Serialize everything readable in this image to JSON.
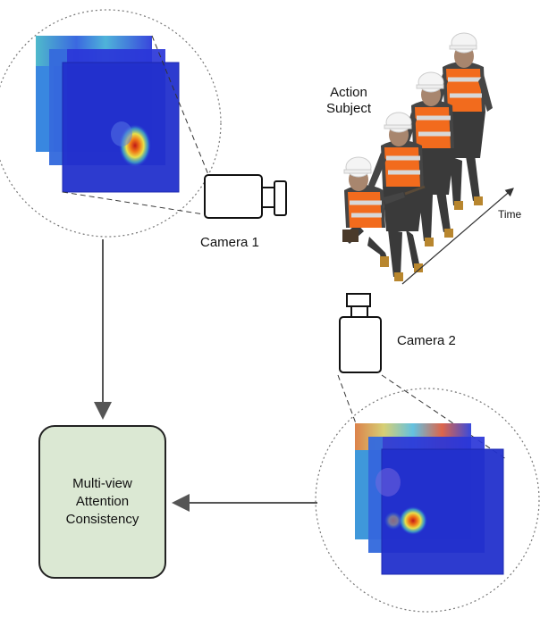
{
  "labels": {
    "action_subject": "Action\nSubject",
    "time": "Time",
    "camera1": "Camera 1",
    "camera2": "Camera 2",
    "consistency_box": "Multi-view\nAttention\nConsistency"
  },
  "colors": {
    "box_fill": "#dbe8d3",
    "arrow": "#555555",
    "heatmap_low": "#1f2fd6",
    "heatmap_high": "#e03020",
    "vest": "#f26b1d",
    "reflective_stripe": "#d8d8d8",
    "helmet": "#f4f4f4"
  },
  "icons": [
    "camera-1-icon",
    "camera-2-icon",
    "worker-figure",
    "heatmap-stack"
  ]
}
